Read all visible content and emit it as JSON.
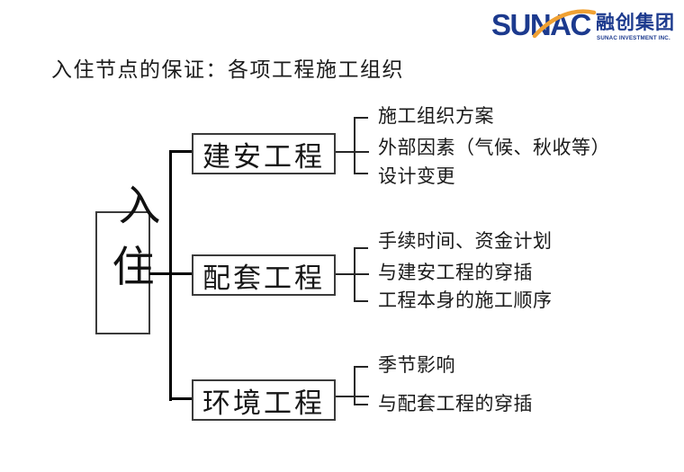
{
  "logo": {
    "wordmark": "SUNAC",
    "company_cn": "融创集团",
    "company_en": "SUNAC INVESTMENT INC.",
    "colors": {
      "navy": "#1c3a8e",
      "orange": "#f0a133"
    }
  },
  "title": "入住节点的保证：各项工程施工组织",
  "diagram": {
    "root": {
      "char1": "入",
      "char2": "住"
    },
    "branches": [
      {
        "label": "建安工程",
        "items": [
          "施工组织方案",
          "外部因素（气候、秋收等）",
          "设计变更"
        ]
      },
      {
        "label": "配套工程",
        "items": [
          "手续时间、资金计划",
          "与建安工程的穿插",
          "工程本身的施工顺序"
        ]
      },
      {
        "label": "环境工程",
        "items": [
          "季节影响",
          "与配套工程的穿插"
        ]
      }
    ]
  }
}
